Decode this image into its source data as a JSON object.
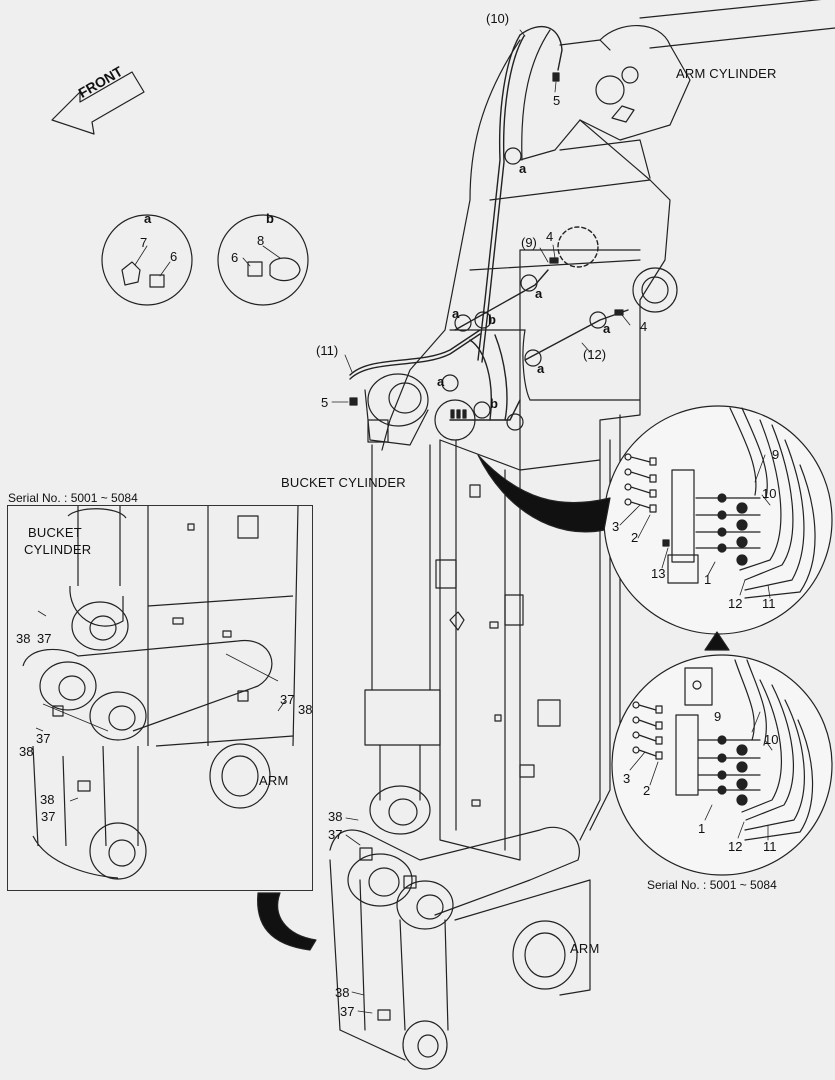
{
  "front_label": "FRONT",
  "labels": {
    "arm_cylinder": "ARM CYLINDER",
    "bucket_cylinder": "BUCKET CYLINDER",
    "arm_main": "ARM",
    "serial_left": "Serial No. : 5001 ~ 5084",
    "serial_right": "Serial No. : 5001 ~ 5084",
    "inset_bucket_line1": "BUCKET",
    "inset_bucket_line2": "CYLINDER",
    "inset_arm": "ARM"
  },
  "detail_a": {
    "title": "a",
    "parts": [
      "7",
      "6"
    ]
  },
  "detail_b": {
    "title": "b",
    "parts": [
      "8",
      "6"
    ]
  },
  "callouts_main": {
    "p10": "(10)",
    "p5_top": "5",
    "p9": "(9)",
    "p4_top": "4",
    "p4_right": "4",
    "p12": "(12)",
    "p11": "(11)",
    "p5_left": "5",
    "a1": "a",
    "a2": "a",
    "a3": "a",
    "a4": "a",
    "a5": "a",
    "a6": "a",
    "b1": "b",
    "b2": "b",
    "p38_mid": "38",
    "p37_mid": "37",
    "p38_low": "38",
    "p37_low": "37"
  },
  "callouts_inset": {
    "p38_a": "38",
    "p37_a": "37",
    "p37_b": "37",
    "p38_b": "38",
    "p37_c": "37",
    "p38_c": "38",
    "p38_d": "38",
    "p37_d": "37"
  },
  "circle_top": {
    "p9": "9",
    "p10": "10",
    "p3": "3",
    "p2": "2",
    "p13": "13",
    "p1": "1",
    "p12": "12",
    "p11": "11"
  },
  "circle_bottom": {
    "p9": "9",
    "p10": "10",
    "p3": "3",
    "p2": "2",
    "p1": "1",
    "p12": "12",
    "p11": "11"
  }
}
